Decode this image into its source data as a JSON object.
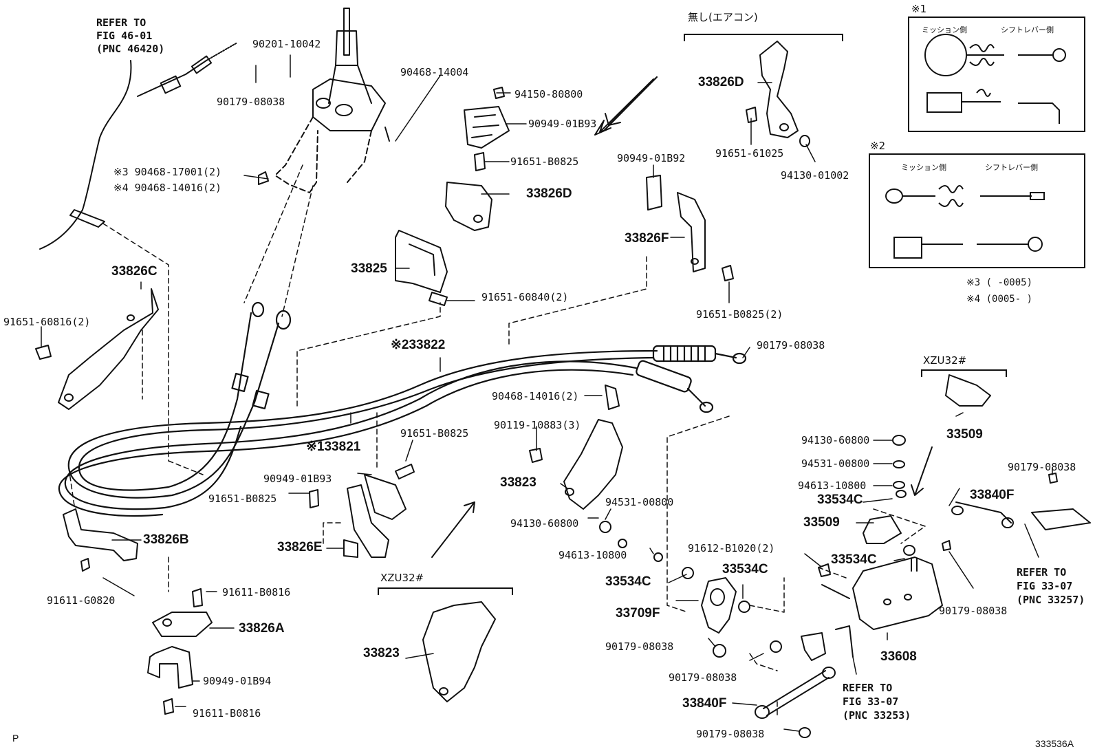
{
  "page_letter": "P",
  "figure_code": "333536A",
  "notes": {
    "star1": "※1",
    "star2": "※2",
    "legend3": "※3 (      -0005)",
    "legend4": "※4 (0005-      )",
    "mission_side": "ミッション側",
    "shift_lever_side": "シフトレバー側"
  },
  "groups": {
    "no_aircon": "無し(エアコン)",
    "xzu32_a": "XZU32#",
    "xzu32_b": "XZU32#"
  },
  "refer": {
    "r1": [
      "REFER TO",
      "FIG 46-01",
      "(PNC 46420)"
    ],
    "r2": [
      "REFER TO",
      "FIG 33-07",
      "(PNC 33257)"
    ],
    "r3": [
      "REFER TO",
      "FIG 33-07",
      "(PNC 33253)"
    ]
  },
  "labels": {
    "p90201": "90201-10042",
    "p90179a": "90179-08038",
    "p90468_14004": "90468-14004",
    "p94150": "94150-80800",
    "p90949_b93a": "90949-01B93",
    "p91651_b0825a": "91651-B0825",
    "p33826d_a": "33826D",
    "p33826d_b": "33826D",
    "p91651_61025": "91651-61025",
    "p94130_01002": "94130-01002",
    "p90949_b92": "90949-01B92",
    "p33826f": "33826F",
    "p91651_b0825_2": "91651-B0825(2)",
    "p33825": "33825",
    "p91651_60840": "91651-60840(2)",
    "p90468_17001": "※3 90468-17001(2)",
    "p90468_14016a": "※4 90468-14016(2)",
    "p33826c": "33826C",
    "p91651_60816": "91651-60816(2)",
    "p33822": "※233822",
    "p33821": "※133821",
    "p90179b": "90179-08038",
    "p90468_14016b": "90468-14016(2)",
    "p90119": "90119-10883(3)",
    "p91651_b0825b": "91651-B0825",
    "p90949_b93b": "90949-01B93",
    "p91651_b0825c": "91651-B0825",
    "p33826e": "33826E",
    "p33823a": "33823",
    "p94531a": "94531-00800",
    "p94130_60800a": "94130-60800",
    "p94613a": "94613-10800",
    "p33826b": "33826B",
    "p91611_g0820": "91611-G0820",
    "p91611_b0816a": "91611-B0816",
    "p33826a": "33826A",
    "p90949_b94": "90949-01B94",
    "p91611_b0816b": "91611-B0816",
    "p33823b": "33823",
    "p33509a": "33509",
    "p94130_60800b": "94130-60800",
    "p94531b": "94531-00800",
    "p94613b": "94613-10800",
    "p33534c_a": "33534C",
    "p33509b": "33509",
    "p90179c": "90179-08038",
    "p33840f_a": "33840F",
    "p91612": "91612-B1020(2)",
    "p33534c_b": "33534C",
    "p33534c_c": "33534C",
    "p33534c_d": "33534C",
    "p33709f": "33709F",
    "p90179d": "90179-08038",
    "p90179e": "90179-08038",
    "p90179f": "90179-08038",
    "p33608": "33608",
    "p33840f_b": "33840F",
    "p90179g": "90179-08038"
  }
}
